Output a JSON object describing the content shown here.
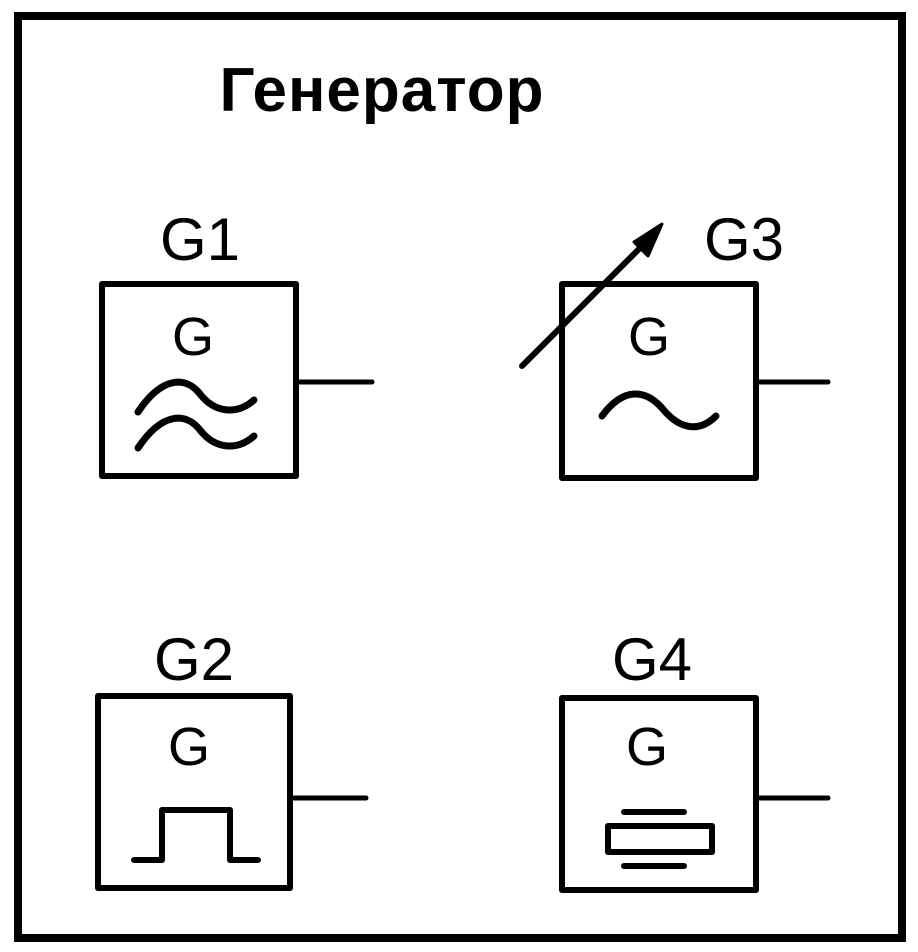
{
  "title": "Генератор",
  "symbol_letter": "G",
  "generators": [
    {
      "label": "G1",
      "waveform": "double-sine-icon"
    },
    {
      "label": "G2",
      "waveform": "pulse-icon"
    },
    {
      "label": "G3",
      "waveform": "sine-icon",
      "adjustable": true
    },
    {
      "label": "G4",
      "waveform": "crystal-icon"
    }
  ],
  "colors": {
    "stroke": "#000000",
    "background": "#ffffff"
  }
}
